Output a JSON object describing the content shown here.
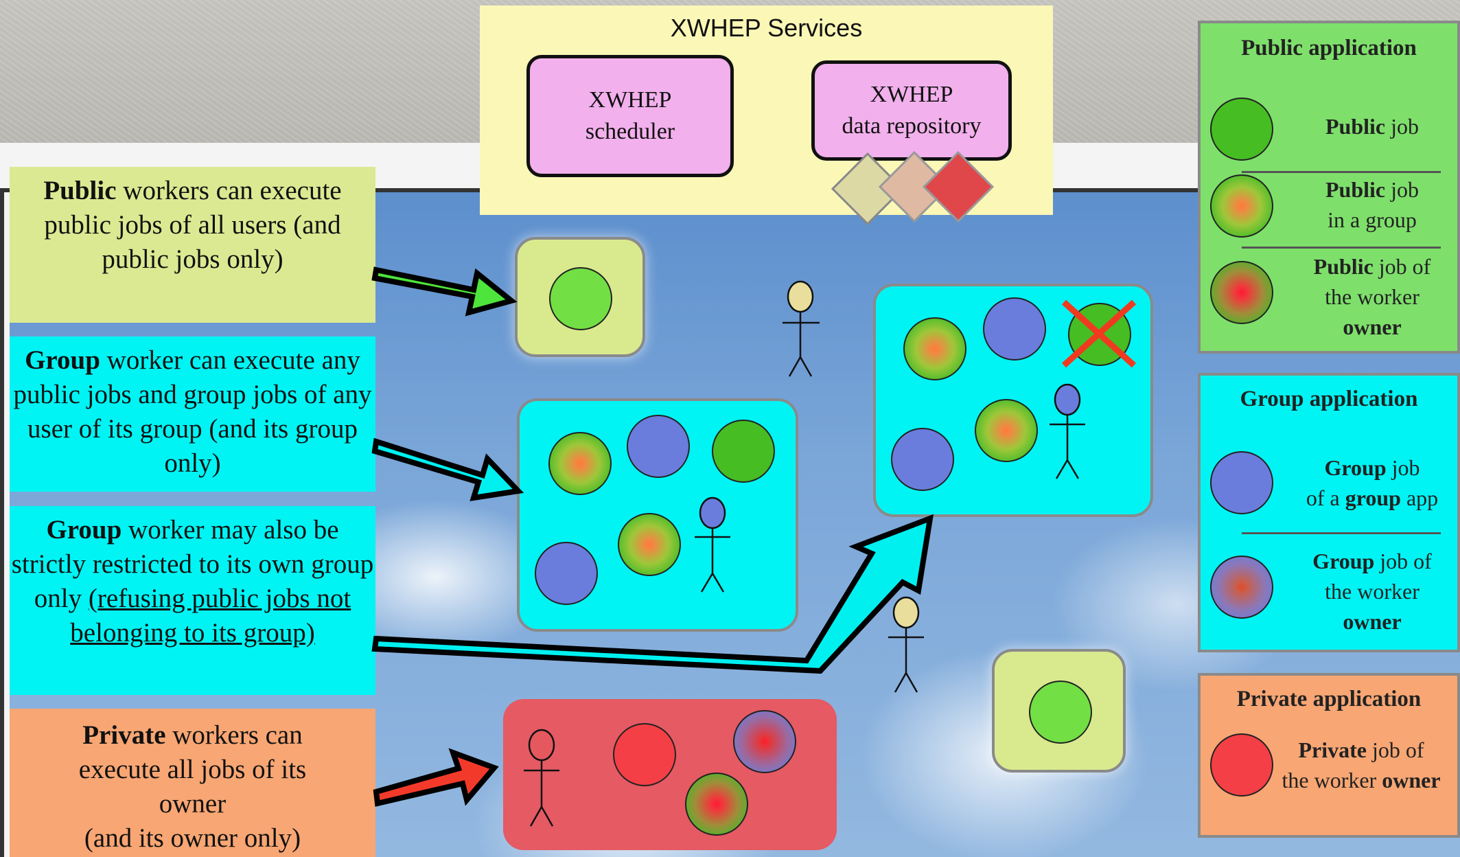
{
  "services": {
    "title": "XWHEP Services",
    "scheduler_line1": "XWHEP",
    "scheduler_line2": "scheduler",
    "repository_line1": "XWHEP",
    "repository_line2": "data repository"
  },
  "notes": {
    "public": {
      "bold": "Public",
      "text": " workers can execute public jobs of all users (and public jobs only)"
    },
    "group": {
      "bold": "Group",
      "text": " worker can execute any public jobs and group jobs of any user of its group (and its group only)"
    },
    "group_strict": {
      "bold": "Group",
      "text": " worker may also be strictly restricted to its own group only ",
      "underlined": "(refusing public jobs not belonging to its group)"
    },
    "private": {
      "bold": "Private",
      "text_line1": " workers can",
      "text_line2": "execute all jobs of its",
      "text_line3": "owner",
      "text_line4": "(and its owner only)"
    }
  },
  "legend": {
    "public_app": {
      "title": "Public application",
      "item1_bold": "Public",
      "item1_text": " job",
      "item2_bold": "Public",
      "item2_text": " job",
      "item2_line2": "in a group",
      "item3_bold": "Public",
      "item3_text": " job of",
      "item3_line2": "the worker",
      "item3_line3": "owner"
    },
    "group_app": {
      "title": "Group application",
      "item1_bold": "Group",
      "item1_text": " job",
      "item1_line2_pre": "of a ",
      "item1_line2_bold": "group",
      "item1_line2_post": " app",
      "item2_bold": "Group",
      "item2_text": " job of",
      "item2_line2": "the worker",
      "item2_line3": "owner"
    },
    "private_app": {
      "title": "Private application",
      "item1_bold": "Private",
      "item1_text": " job of",
      "item1_line2_pre": "the worker ",
      "item1_line2_bold": "owner"
    }
  },
  "colors": {
    "public_job": "#46bd23",
    "group_job": "#6a7ddc",
    "private_job": "#f43f46",
    "public_worker": "#d9ea8e",
    "group_worker": "#00f4f4",
    "private_worker": "#e55a63",
    "services_bg": "#fbf7b6",
    "service_box": "#f2b0ec",
    "legend_public_bg": "#7ee06b",
    "legend_group_bg": "#00f4f4",
    "legend_private_bg": "#f8a673",
    "note_public_bg": "#dbe992",
    "note_group_bg": "#00f4f4",
    "note_private_bg": "#f8a673"
  },
  "icons": [
    "person-icon",
    "cross-icon",
    "data-diamond-icon",
    "arrow-icon"
  ]
}
